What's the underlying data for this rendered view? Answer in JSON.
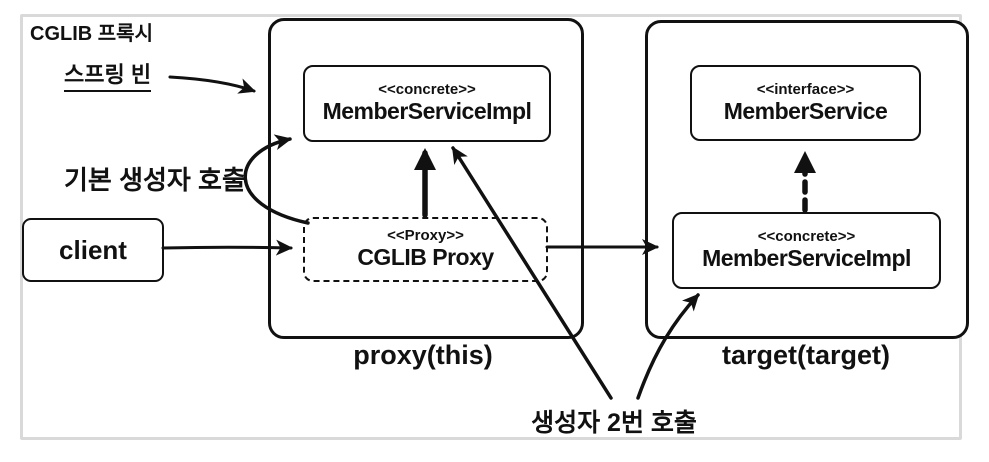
{
  "colors": {
    "ink": "#111111",
    "frame_border": "#d9d9d9",
    "background": "#ffffff"
  },
  "title": "CGLIB 프록시",
  "annotations": {
    "spring_bean": "스프링 빈",
    "default_constructor_call": "기본 생성자 호출",
    "constructor_called_twice": "생성자 2번 호출"
  },
  "client": {
    "label": "client"
  },
  "proxy_group": {
    "caption": "proxy(this)",
    "member_service_impl": {
      "stereotype": "<<concrete>>",
      "name": "MemberServiceImpl"
    },
    "cglib_proxy": {
      "stereotype": "<<Proxy>>",
      "name": "CGLIB Proxy"
    }
  },
  "target_group": {
    "caption": "target(target)",
    "member_service": {
      "stereotype": "<<interface>>",
      "name": "MemberService"
    },
    "member_service_impl": {
      "stereotype": "<<concrete>>",
      "name": "MemberServiceImpl"
    }
  }
}
